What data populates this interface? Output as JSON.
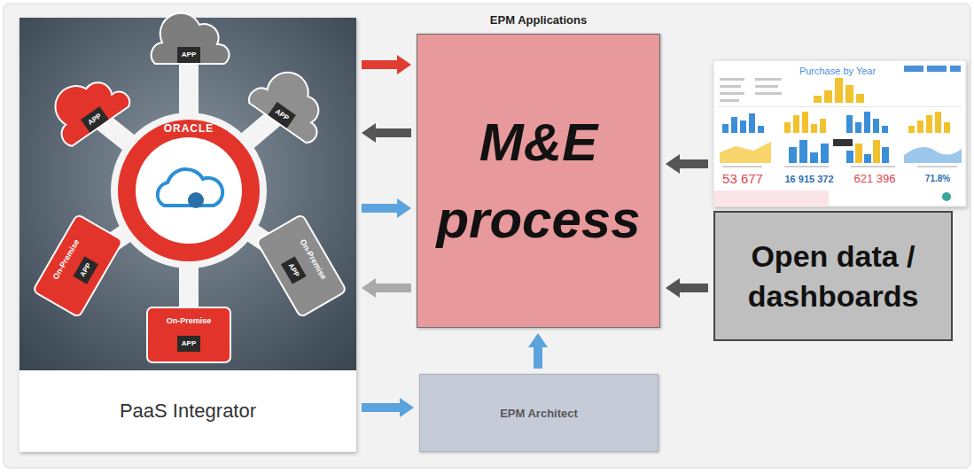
{
  "diagram": {
    "nodes": [
      {
        "text": [
          "PaaS Integrator"
        ]
      },
      {
        "text": [
          "EPM Applications",
          "M&E process"
        ]
      },
      {
        "text": [
          "Purchase by Year",
          "53 677",
          "16 915 372",
          "621 396",
          "71.8%"
        ]
      },
      {
        "text": [
          "Open data / dashboards"
        ]
      },
      {
        "text": [
          "EPM Architect"
        ]
      }
    ],
    "edges": [
      {
        "from": 0,
        "to": 1,
        "arrow": "to"
      },
      {
        "from": 1,
        "to": 0,
        "arrow": "to"
      },
      {
        "from": 0,
        "to": 1,
        "arrow": "to"
      },
      {
        "from": 1,
        "to": 0,
        "arrow": "to"
      },
      {
        "from": 0,
        "to": 4,
        "arrow": "to"
      },
      {
        "from": 4,
        "to": 1,
        "arrow": "to"
      },
      {
        "from": 2,
        "to": 1,
        "arrow": "to"
      },
      {
        "from": 3,
        "to": 1,
        "arrow": "to"
      }
    ],
    "labels": [
      "APP",
      "APP",
      "ORACLE",
      "APP",
      "On-Premise",
      "APP",
      "On-Premise",
      "APP",
      "On-Premise",
      "APP"
    ]
  }
}
